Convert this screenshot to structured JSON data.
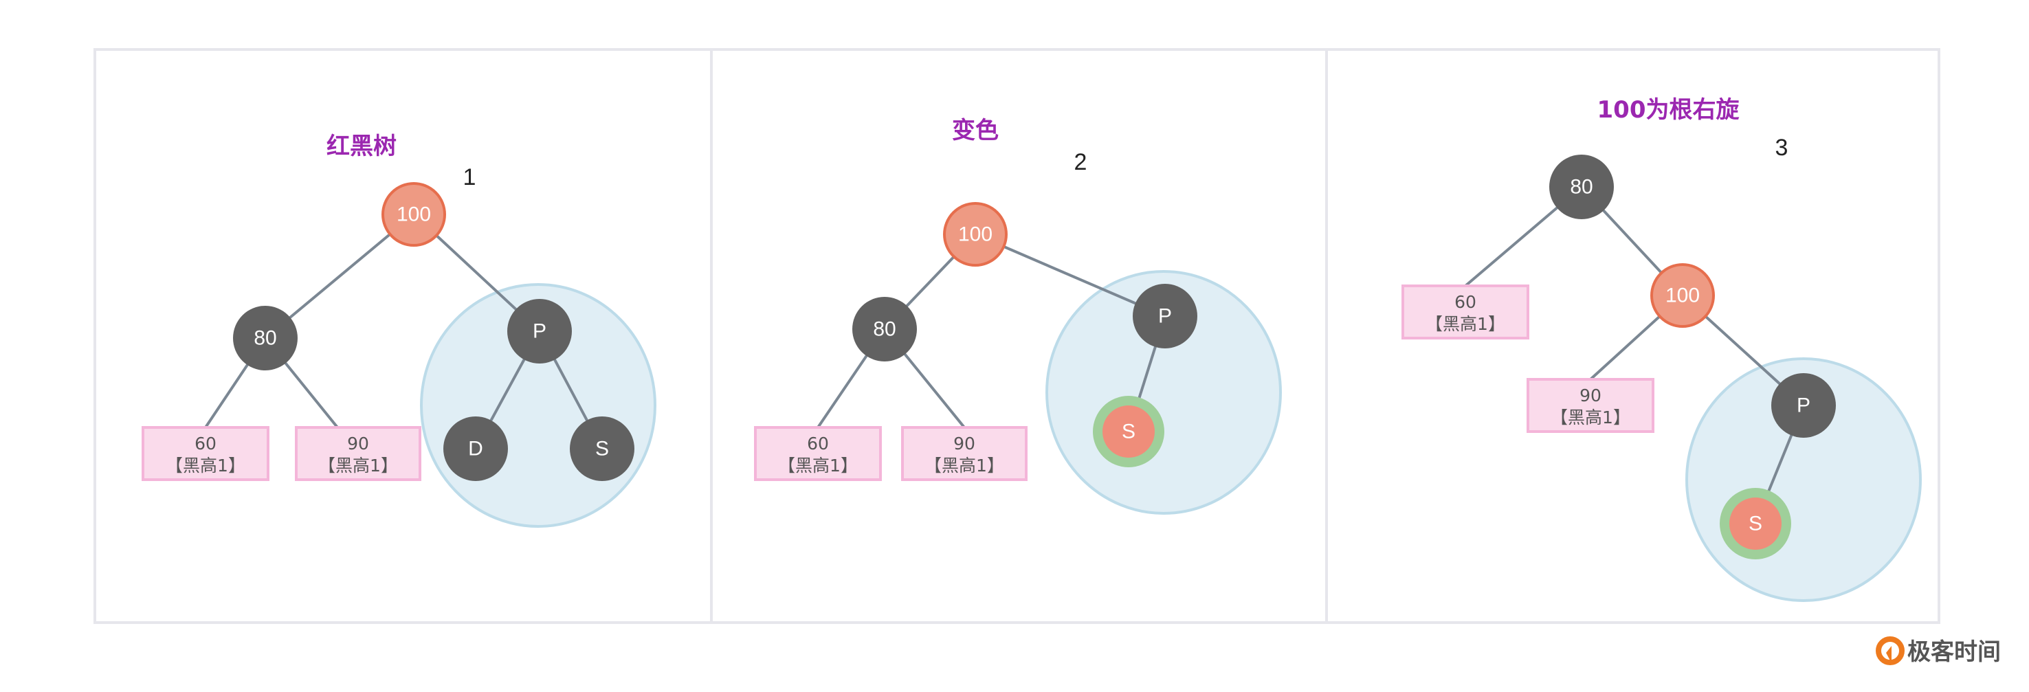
{
  "panels": [
    {
      "title": "红黑树",
      "step": "1",
      "nodes": {
        "root": "100",
        "left": "80",
        "right": "P",
        "rl": "D",
        "rr": "S"
      },
      "leaves": [
        {
          "value": "60",
          "label": "【黑高1】"
        },
        {
          "value": "90",
          "label": "【黑高1】"
        }
      ]
    },
    {
      "title": "变色",
      "step": "2",
      "nodes": {
        "root": "100",
        "left": "80",
        "right": "P",
        "rl": "S"
      },
      "leaves": [
        {
          "value": "60",
          "label": "【黑高1】"
        },
        {
          "value": "90",
          "label": "【黑高1】"
        }
      ]
    },
    {
      "title": "100为根右旋",
      "step": "3",
      "nodes": {
        "root": "80",
        "right": "100",
        "rr": "P",
        "rrl": "S"
      },
      "leaves": [
        {
          "value": "60",
          "label": "【黑高1】"
        },
        {
          "value": "90",
          "label": "【黑高1】"
        }
      ]
    }
  ],
  "logo": {
    "text": "极客时间"
  },
  "colors": {
    "black_node": "#616161",
    "red_node": "#ee9a83",
    "title": "#9b27b0",
    "leaf_box": "#fadbeb",
    "subtree": "#e0eef5",
    "highlight": "#9fcf9a"
  }
}
